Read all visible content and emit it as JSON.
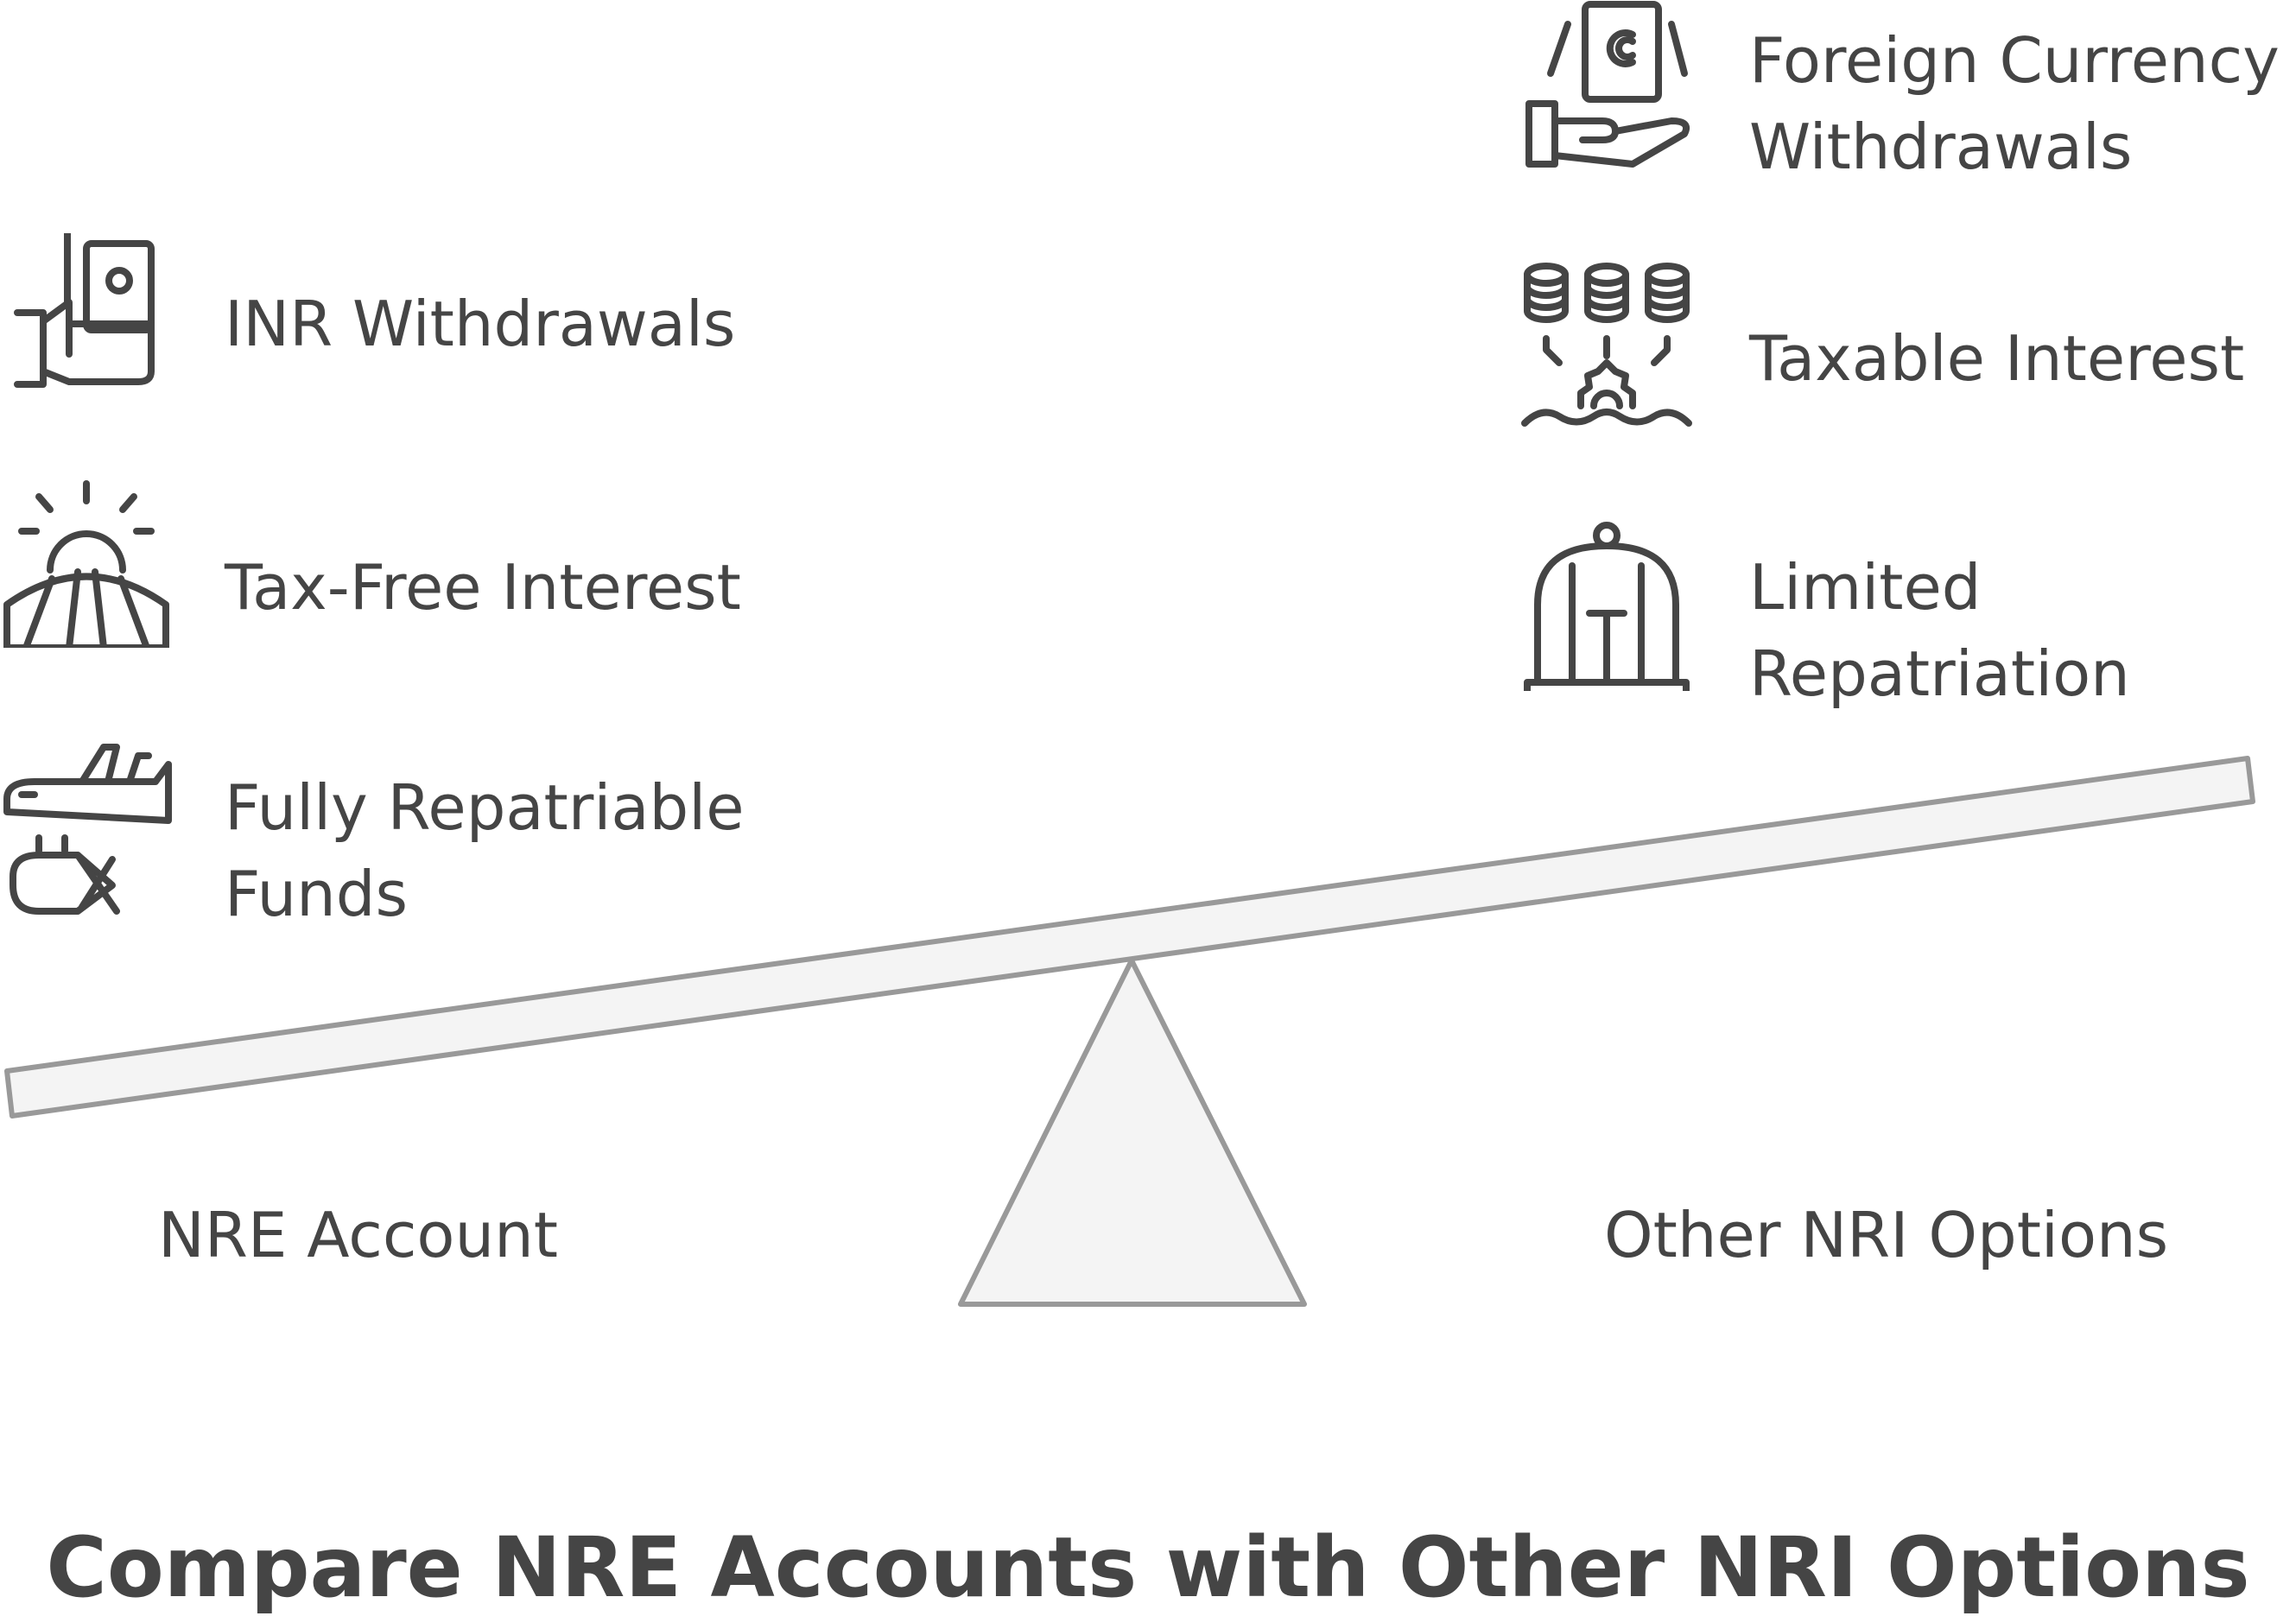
{
  "title": "Compare NRE Accounts with Other NRI Options",
  "left_side": {
    "label": "NRE Account",
    "items": [
      {
        "label": "INR Withdrawals",
        "icon": "hand-holding-money-icon"
      },
      {
        "label": "Tax-Free Interest",
        "icon": "sunrise-field-icon"
      },
      {
        "label": "Fully Repatriable Funds",
        "icon": "airplane-fish-icon"
      }
    ]
  },
  "right_side": {
    "label": "Other NRI Options",
    "items": [
      {
        "label": "Foreign Currency Withdrawals",
        "icon": "hand-holding-currency-icon"
      },
      {
        "label": "Taxable Interest",
        "icon": "coins-gear-icon"
      },
      {
        "label": "Limited Repatriation",
        "icon": "birdcage-icon"
      }
    ]
  },
  "colors": {
    "text": "#454545",
    "outline": "#999999",
    "fill": "#f4f4f4"
  }
}
